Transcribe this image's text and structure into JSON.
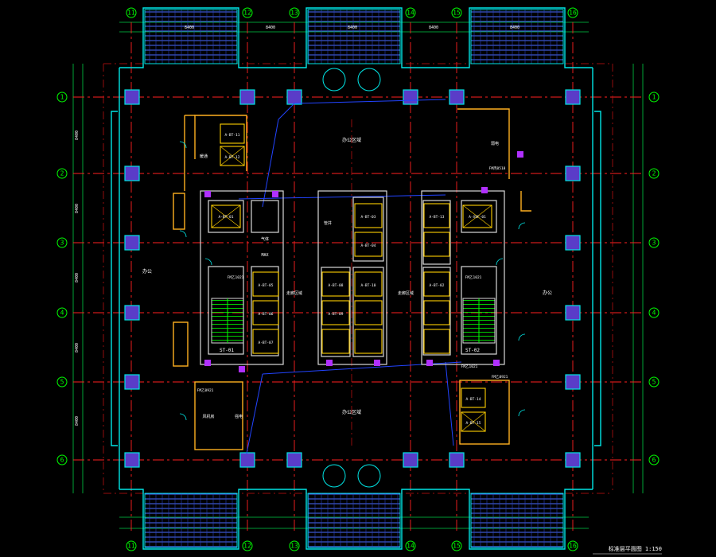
{
  "grid": {
    "columns": [
      "11",
      "12",
      "13",
      "14",
      "15",
      "16"
    ],
    "rows": [
      "1",
      "2",
      "3",
      "4",
      "5",
      "6"
    ],
    "top_dim_labels": [
      "8400",
      "8400",
      "8400",
      "8400",
      "8400"
    ],
    "left_dim_labels": [
      "8400",
      "8400",
      "8400",
      "8400",
      "8400"
    ]
  },
  "rooms": {
    "top_office": "办公区域",
    "bottom_office": "办公区域",
    "left_office": "办公",
    "right_office": "办公",
    "corridor_left": "走廊区域",
    "corridor_right": "走廊区域",
    "stair_left": "ST-01",
    "stair_right": "ST-02",
    "gas_room": "气体",
    "fan_room": "风机房",
    "electric_room": "强电",
    "weak_room": "弱电",
    "max_label": "MAX",
    "hvac": "暖通",
    "shaft": "管井"
  },
  "elevators": [
    "A-BT-11",
    "A-BT-12",
    "A-BT-01",
    "A-BT-05",
    "A-BT-06",
    "A-BT-07",
    "A-BT-08",
    "A-BT-09",
    "A-BT-10",
    "A-BT-03",
    "A-BT-04",
    "A-XSF-01",
    "A-BT-13",
    "A-BT-02",
    "A-BT-14",
    "A-BT-15"
  ],
  "door_tags": [
    "FM乙1021",
    "FM乙0921",
    "FM乙1021",
    "FM丙0518",
    "FM乙1021",
    "FM乙0921"
  ],
  "drawing_title": "标准层平面图 1:150"
}
